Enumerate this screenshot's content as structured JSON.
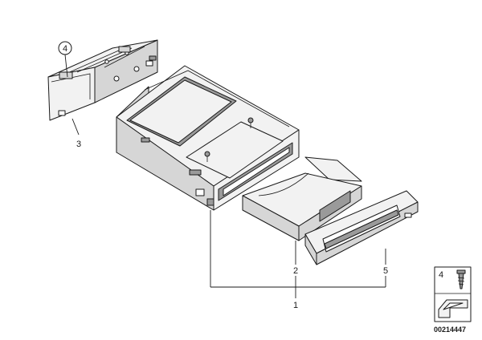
{
  "callouts": {
    "c1": "1",
    "c2": "2",
    "c3": "3",
    "c4": "4",
    "c5": "5"
  },
  "legend": {
    "item_number": "4"
  },
  "reference_number": "00214447",
  "colors": {
    "line": "#1a1a1a",
    "fill_light": "#f2f2f2",
    "fill_shade": "#9a9a9a"
  }
}
